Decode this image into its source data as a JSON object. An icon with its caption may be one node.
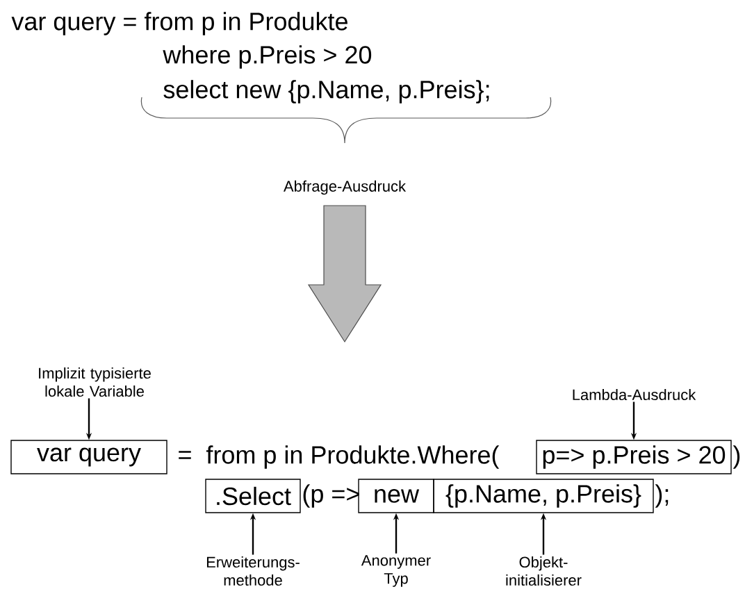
{
  "diagram": {
    "nodes": [
      {
        "text": [
          "var query"
        ]
      },
      {
        "text": [
          "p=> p.Preis > 20"
        ]
      },
      {
        "text": [
          ".Select"
        ]
      },
      {
        "text": [
          "new"
        ]
      },
      {
        "text": [
          "{p.Name, p.Preis}"
        ]
      },
      {
        "text": [
          "Implizit typisierte lokale Variable"
        ]
      },
      {
        "text": [
          "Lambda-Ausdruck"
        ]
      },
      {
        "text": [
          "Erweiterungs- methode"
        ]
      },
      {
        "text": [
          "Anonymer Typ"
        ]
      },
      {
        "text": [
          "Objekt- initialisierer"
        ]
      }
    ],
    "edges": [
      {
        "from": 5,
        "to": 0,
        "arrow": "to"
      },
      {
        "from": 6,
        "to": 1,
        "arrow": "to"
      },
      {
        "from": 7,
        "to": 2,
        "arrow": "to"
      },
      {
        "from": 8,
        "to": 3,
        "arrow": "to"
      },
      {
        "from": 9,
        "to": 4,
        "arrow": "to"
      }
    ],
    "labels": [
      "var query = from p in Produkte",
      "where p.Preis > 20",
      "select new {p.Name, p.Preis};",
      "Abfrage-Ausdruck",
      "=",
      "from p in Produkte.Where(",
      ")",
      "(p =>",
      ");"
    ]
  }
}
